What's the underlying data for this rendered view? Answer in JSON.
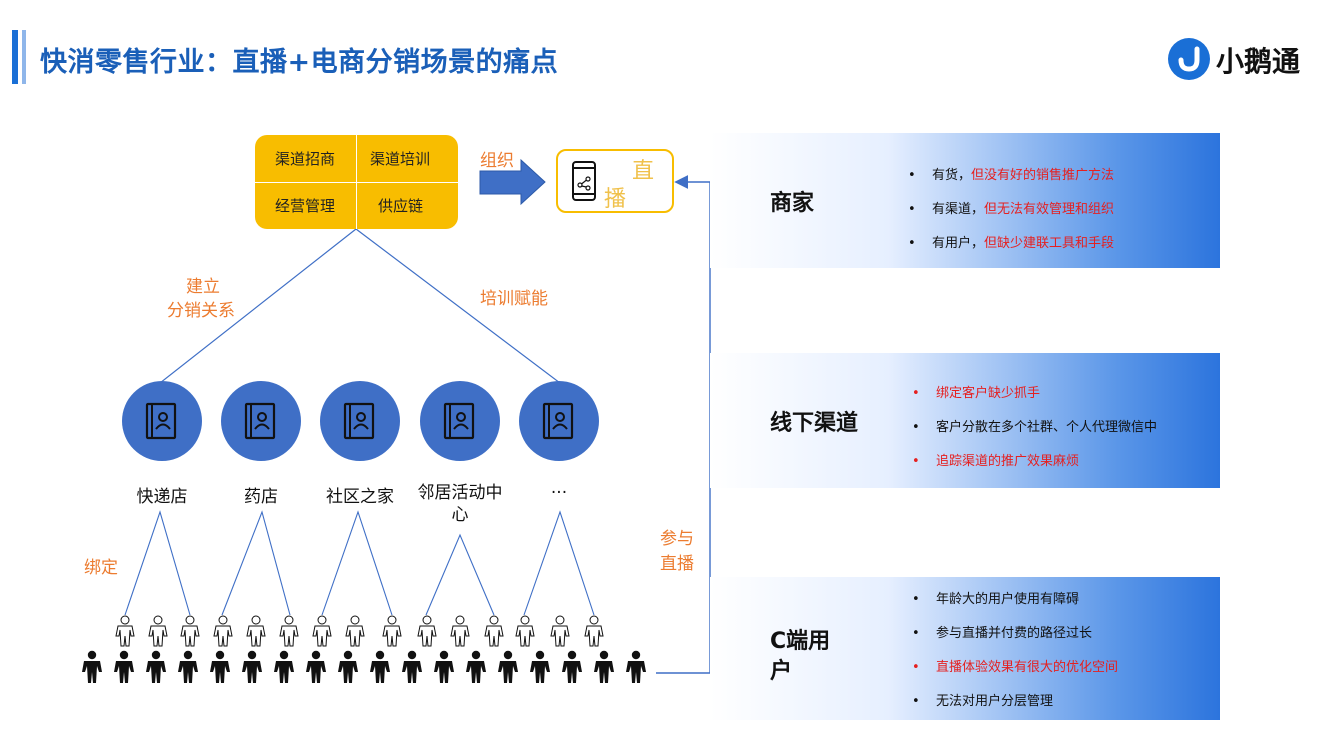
{
  "header": {
    "title": "快消零售行业：直播+电商分销场景的痛点",
    "logo_text": "小鹅通",
    "accent_color": "#1a6fd6"
  },
  "diagram": {
    "grid_cells": [
      "渠道招商",
      "渠道培训",
      "经营管理",
      "供应链"
    ],
    "arrow_label": "组织",
    "live_box": {
      "line1": "直",
      "line2": "播",
      "icon": "phone-share-icon"
    },
    "left_edge_label": [
      "建立",
      "分销关系"
    ],
    "right_edge_label": "培训赋能",
    "stores": [
      "快递店",
      "药店",
      "社区之家",
      "邻居活动中心",
      "..."
    ],
    "bind_label": "绑定",
    "join_label": [
      "参与",
      "直播"
    ],
    "store_icon": "contact-book-icon",
    "person_icon": "person-icon",
    "orange_color": "#ec7c30",
    "grid_color": "#f8bd00",
    "circle_color": "#3f6fc6"
  },
  "panels": [
    {
      "title": "商家",
      "items": [
        {
          "prefix": "有货，",
          "text": "但没有好的销售推广方法",
          "red": true
        },
        {
          "prefix": "有渠道，",
          "text": "但无法有效管理和组织",
          "red": true
        },
        {
          "prefix": "有用户，",
          "text": "但缺少建联工具和手段",
          "red": true
        }
      ]
    },
    {
      "title": "线下渠道",
      "items": [
        {
          "prefix": "",
          "text": "绑定客户缺少抓手",
          "red": true
        },
        {
          "prefix": "",
          "text": "客户分散在多个社群、个人代理微信中",
          "red": false
        },
        {
          "prefix": "",
          "text": "追踪渠道的推广效果麻烦",
          "red": true
        }
      ]
    },
    {
      "title": "C端用户",
      "items": [
        {
          "prefix": "",
          "text": "年龄大的用户使用有障碍",
          "red": false
        },
        {
          "prefix": "",
          "text": "参与直播并付费的路径过长",
          "red": false
        },
        {
          "prefix": "",
          "text": "直播体验效果有很大的优化空间",
          "red": true
        },
        {
          "prefix": "",
          "text": "无法对用户分层管理",
          "red": false
        }
      ]
    }
  ]
}
